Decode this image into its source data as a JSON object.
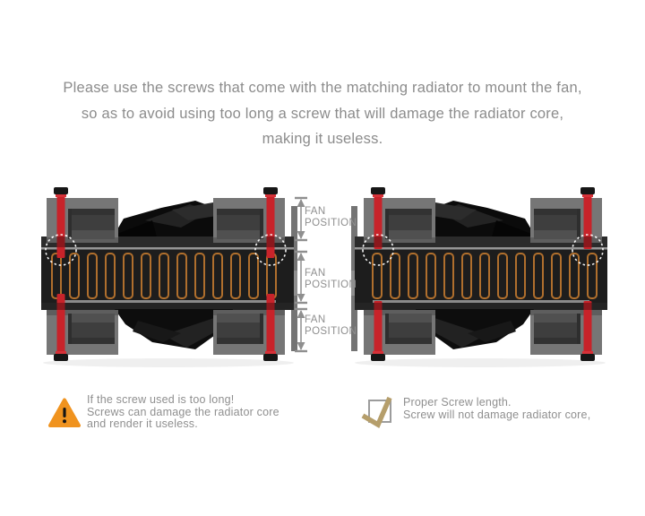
{
  "instruction": {
    "line1": "Please use the screws that come with the matching radiator to mount the fan,",
    "line2": "so as to avoid using too long a screw that will damage the radiator core,",
    "line3": "making it useless."
  },
  "diagram": {
    "fan_position_labels": [
      {
        "line1": "FAN",
        "line2": "POSITION"
      },
      {
        "line1": "FAN",
        "line2": "POSITION"
      },
      {
        "line1": "FAN",
        "line2": "POSITION"
      }
    ],
    "colors": {
      "screw_red": "#c8232a",
      "fin_orange": "#b06f2d",
      "bracket_gray": "#767676",
      "radiator_dark": "#1d1d1d",
      "dimension_gray": "#8f8f8f"
    }
  },
  "footnotes": {
    "warning": {
      "icon": "warning-triangle-icon",
      "icon_color": "#f0931f",
      "line1": "If the screw used is too long!",
      "line2": "Screws can damage the radiator core",
      "line3": "and render it useless."
    },
    "proper": {
      "icon": "checkmark-icon",
      "check_color": "#b59e6b",
      "line1": "Proper Screw length.",
      "line2": "Screw will not damage radiator core,"
    }
  }
}
